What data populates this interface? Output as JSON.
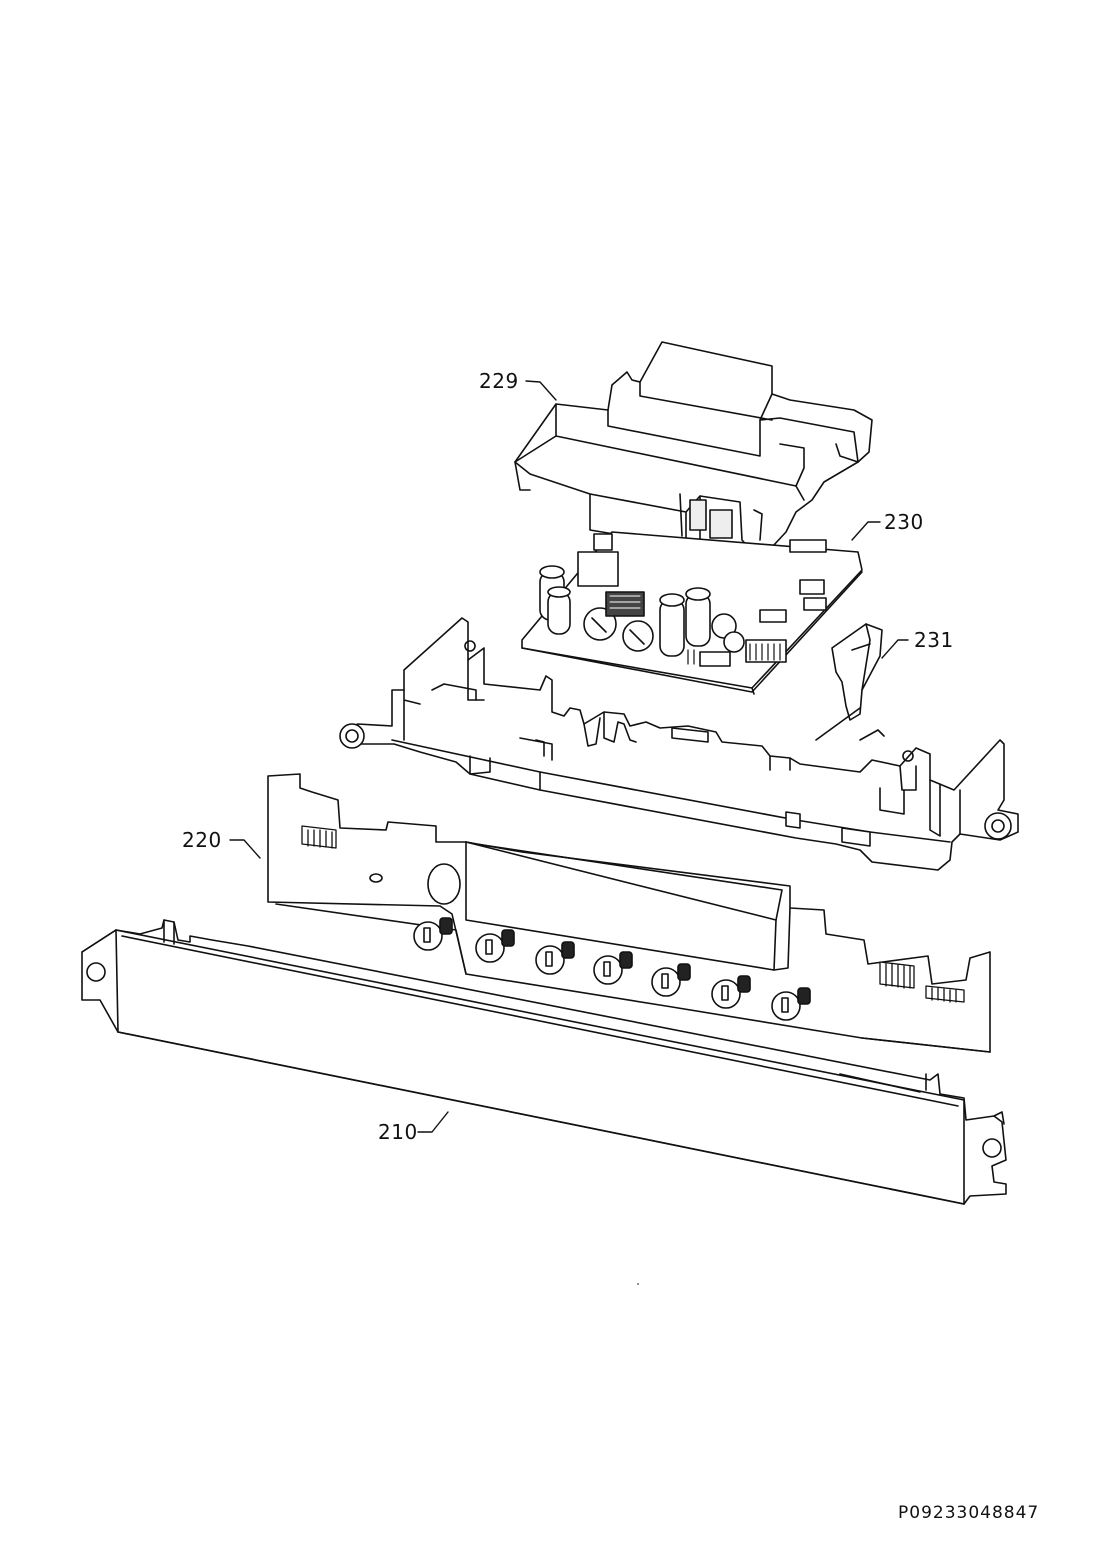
{
  "labels": {
    "p229": "229",
    "p230": "230",
    "p231": "231",
    "p220": "220",
    "p210": "210"
  },
  "doc_ref": "P09233048847",
  "colors": {
    "line": "#111111",
    "paper": "#ffffff",
    "shade": "#e8e8e8"
  }
}
